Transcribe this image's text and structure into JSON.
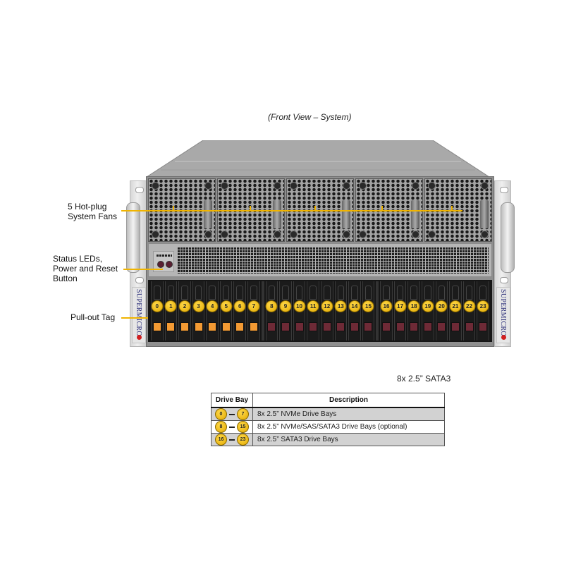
{
  "caption": "(Front View – System)",
  "callouts": {
    "fans": [
      "5 Hot-plug",
      "System Fans"
    ],
    "status": [
      "Status LEDs,",
      "Power and Reset",
      "Button"
    ],
    "tag": [
      "Pull-out Tag"
    ]
  },
  "fan_count": 5,
  "brand": "SUPERMICRO",
  "drive_bays": {
    "nvme": [
      "0",
      "1",
      "2",
      "3",
      "4",
      "5",
      "6",
      "7"
    ],
    "nvme_sas_sata": [
      "8",
      "9",
      "10",
      "11",
      "12",
      "13",
      "14",
      "15"
    ],
    "sata": [
      "16",
      "17",
      "18",
      "19",
      "20",
      "21",
      "22",
      "23"
    ]
  },
  "sata_note": "8x 2.5” SATA3",
  "table": {
    "headers": [
      "Drive Bay",
      "Description"
    ],
    "rows": [
      {
        "from": "0",
        "to": "7",
        "description": "8x 2.5” NVMe Drive  Bays"
      },
      {
        "from": "8",
        "to": "15",
        "description": "8x 2.5” NVMe/SAS/SATA3 Drive  Bays (optional)"
      },
      {
        "from": "16",
        "to": "23",
        "description": "8x 2.5” SATA3 Drive  Bays"
      }
    ]
  },
  "colors": {
    "callout": "#f0b400",
    "badge": "#ffd94a",
    "nvme_tag": "#f39a33",
    "other_tag": "#6e2a36",
    "brand_text": "#2c2f7a",
    "brand_dot": "#d21f1f"
  }
}
